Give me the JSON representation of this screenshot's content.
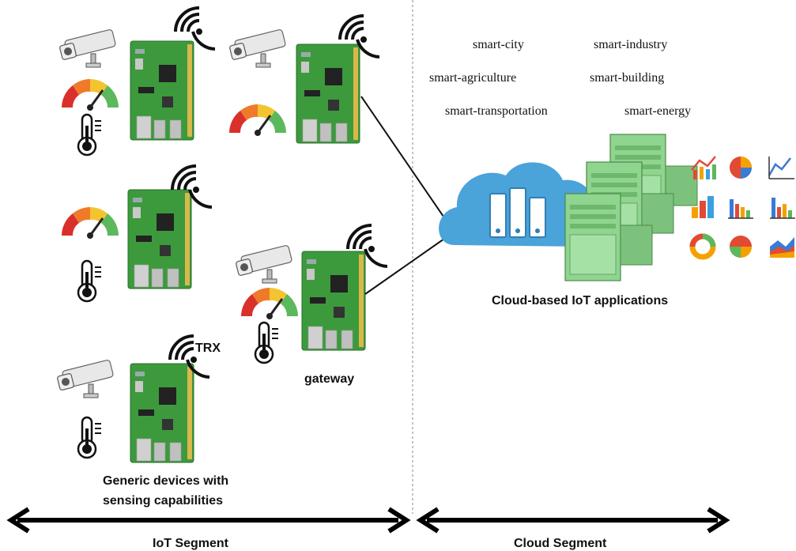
{
  "iot_segment": {
    "label": "IoT Segment",
    "devices_caption_line1": "Generic devices with",
    "devices_caption_line2": "sensing capabilities",
    "trx_label": "TRX",
    "gateway_label": "gateway"
  },
  "cloud_segment": {
    "label": "Cloud Segment",
    "apps_caption": "Cloud-based IoT applications",
    "domains": [
      "smart-city",
      "smart-industry",
      "smart-agriculture",
      "smart-building",
      "smart-transportation",
      "smart-energy"
    ]
  },
  "colors": {
    "board_green": "#3c9a3c",
    "cloud_blue": "#4aa3d9",
    "server_green": "#8fd48f",
    "arrow_black": "#000000"
  }
}
